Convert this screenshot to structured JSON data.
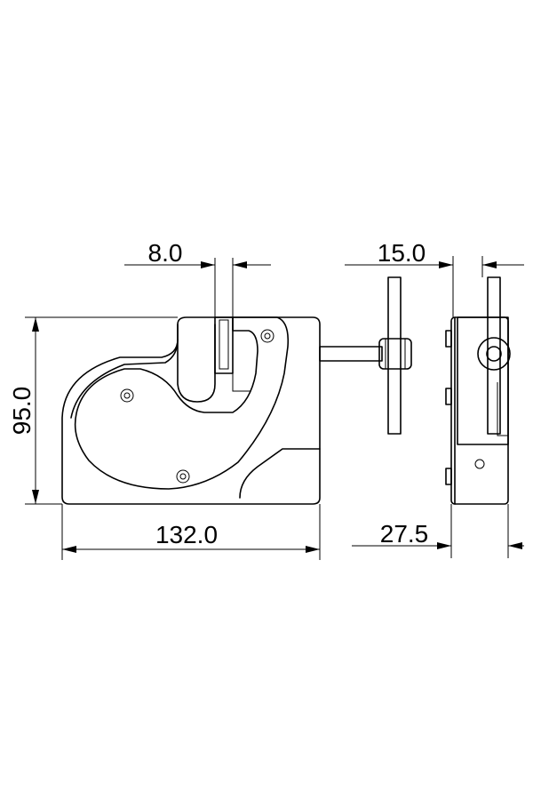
{
  "dimensions": {
    "slot_width": "8.0",
    "handle_width": "15.0",
    "height": "95.0",
    "width": "132.0",
    "depth": "27.5"
  },
  "colors": {
    "line": "#000000",
    "background": "#ffffff"
  }
}
